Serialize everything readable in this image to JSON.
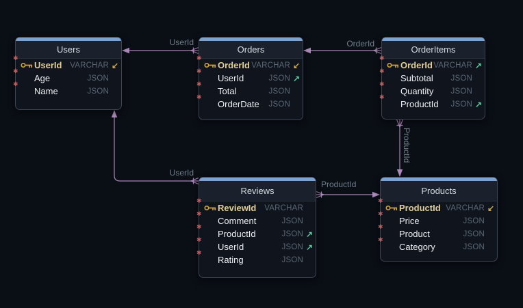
{
  "tables": {
    "users": {
      "title": "Users",
      "fields": [
        {
          "name": "UserId",
          "type": "VARCHAR"
        },
        {
          "name": "Age",
          "type": "JSON"
        },
        {
          "name": "Name",
          "type": "JSON"
        }
      ]
    },
    "orders": {
      "title": "Orders",
      "fields": [
        {
          "name": "OrderId",
          "type": "VARCHAR"
        },
        {
          "name": "UserId",
          "type": "JSON"
        },
        {
          "name": "Total",
          "type": "JSON"
        },
        {
          "name": "OrderDate",
          "type": "JSON"
        }
      ]
    },
    "orderitems": {
      "title": "OrderItems",
      "fields": [
        {
          "name": "OrderId",
          "type": "VARCHAR"
        },
        {
          "name": "Subtotal",
          "type": "JSON"
        },
        {
          "name": "Quantity",
          "type": "JSON"
        },
        {
          "name": "ProductId",
          "type": "JSON"
        }
      ]
    },
    "reviews": {
      "title": "Reviews",
      "fields": [
        {
          "name": "ReviewId",
          "type": "VARCHAR"
        },
        {
          "name": "Comment",
          "type": "JSON"
        },
        {
          "name": "ProductId",
          "type": "JSON"
        },
        {
          "name": "UserId",
          "type": "JSON"
        },
        {
          "name": "Rating",
          "type": "JSON"
        }
      ]
    },
    "products": {
      "title": "Products",
      "fields": [
        {
          "name": "ProductId",
          "type": "VARCHAR"
        },
        {
          "name": "Price",
          "type": "JSON"
        },
        {
          "name": "Product",
          "type": "JSON"
        },
        {
          "name": "Category",
          "type": "JSON"
        }
      ]
    }
  },
  "relationships": [
    {
      "label": "UserId",
      "from": "Orders",
      "to": "Users"
    },
    {
      "label": "OrderId",
      "from": "OrderItems",
      "to": "Orders"
    },
    {
      "label": "ProductId",
      "from": "OrderItems",
      "to": "Products"
    },
    {
      "label": "UserId",
      "from": "Reviews",
      "to": "Users"
    },
    {
      "label": "ProductId",
      "from": "Reviews",
      "to": "Products"
    }
  ],
  "icons": {
    "required": "✱",
    "incoming_ref": "↙",
    "outgoing_ref": "↗"
  },
  "colors": {
    "background": "#0a0e15",
    "accent_strip": "#7da2cd",
    "relationship_line": "#b48fc2",
    "primary_key_gold": "#c9a43c",
    "foreign_key_green": "#57c8a0"
  }
}
